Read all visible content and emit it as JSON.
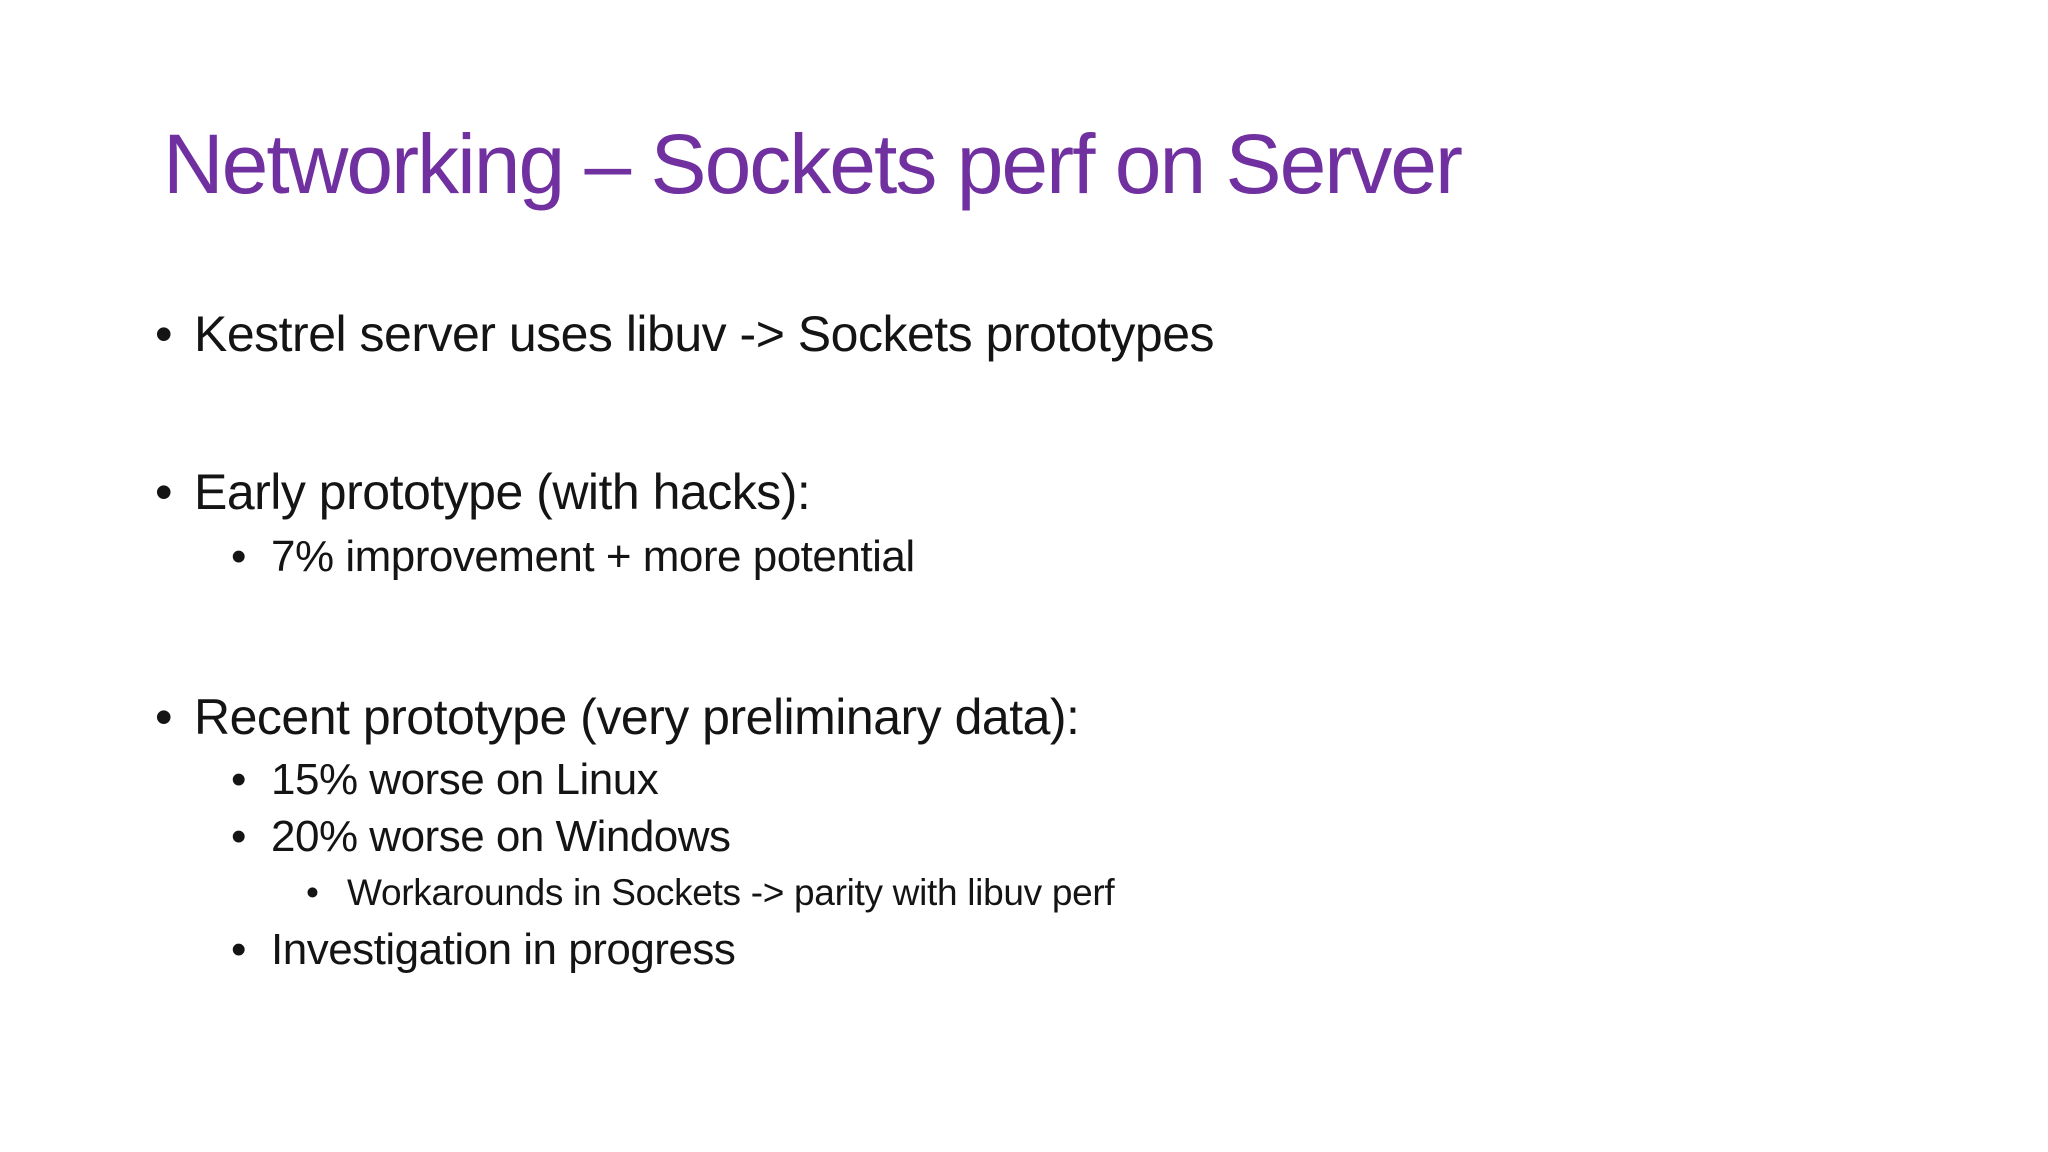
{
  "slide": {
    "title": "Networking – Sockets perf on Server",
    "title_color": "#7030A0",
    "text_color": "#141414",
    "background_color": "#ffffff",
    "bullet_char": "•",
    "bullets": [
      {
        "level": 1,
        "text": "Kestrel server uses libuv -> Sockets prototypes"
      },
      {
        "level": 1,
        "text": "Early prototype (with hacks):"
      },
      {
        "level": 2,
        "text": "7% improvement + more potential"
      },
      {
        "level": 1,
        "text": "Recent prototype (very preliminary data):"
      },
      {
        "level": 2,
        "text": "15% worse on Linux"
      },
      {
        "level": 2,
        "text": "20% worse on Windows"
      },
      {
        "level": 3,
        "text": "Workarounds in Sockets -> parity with libuv perf"
      },
      {
        "level": 2,
        "text": "Investigation in progress"
      }
    ]
  }
}
